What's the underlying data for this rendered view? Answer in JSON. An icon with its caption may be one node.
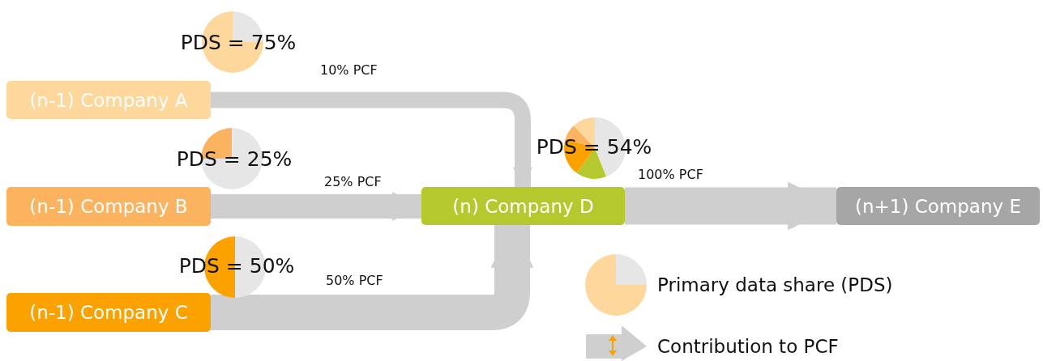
{
  "diagram": {
    "nodes": [
      {
        "text": [
          "(n-1) Company A"
        ],
        "beside": [
          "PDS = 75%"
        ]
      },
      {
        "text": [
          "(n-1) Company B"
        ],
        "beside": [
          "PDS = 25%"
        ]
      },
      {
        "text": [
          "(n-1) Company C"
        ],
        "beside": [
          "PDS = 50%"
        ]
      },
      {
        "text": [
          "(n) Company D"
        ],
        "beside": [
          "PDS = 54%"
        ]
      },
      {
        "text": [
          "(n+1) Company E"
        ]
      }
    ],
    "edges": [
      {
        "from": 0,
        "to": 3,
        "arrow": "to",
        "label": "10% PCF"
      },
      {
        "from": 1,
        "to": 3,
        "arrow": "to",
        "label": "25% PCF"
      },
      {
        "from": 2,
        "to": 3,
        "arrow": "to",
        "label": "50% PCF"
      },
      {
        "from": 3,
        "to": 4,
        "arrow": "to",
        "label": "100% PCF"
      }
    ],
    "legend": [
      {
        "text": "Primary data share (PDS)"
      },
      {
        "text": "Contribution to PCF"
      }
    ]
  }
}
